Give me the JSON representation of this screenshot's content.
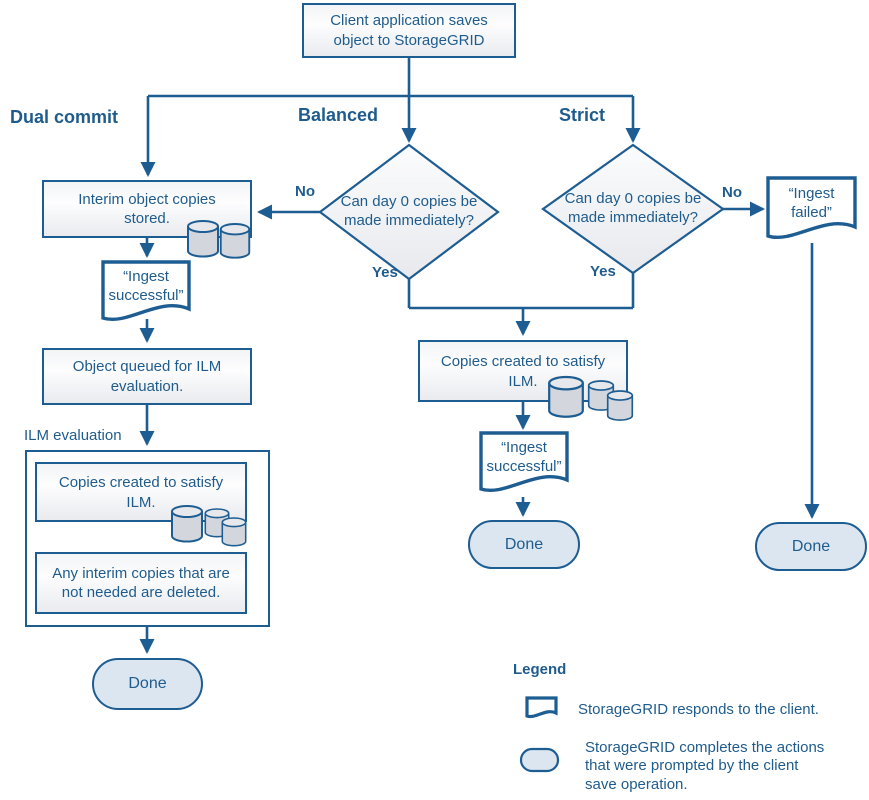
{
  "colors": {
    "line": "#1e5d92",
    "text": "#1f5c8d",
    "done_fill": "#dce6f1",
    "cylinder_fill": "#d3d7dd"
  },
  "start_box": {
    "label": "Client application saves object to StorageGRID"
  },
  "branches": {
    "dual_commit": "Dual commit",
    "balanced": "Balanced",
    "strict": "Strict"
  },
  "decisions": {
    "balanced": "Can day 0 copies be made immediately?",
    "strict": "Can day 0 copies be made immediately?"
  },
  "edge_labels": {
    "no_balanced": "No",
    "yes_balanced": "Yes",
    "no_strict": "No",
    "yes_strict": "Yes"
  },
  "dual_commit_path": {
    "interim": "Interim object copies stored.",
    "ingest_successful": "“Ingest successful”",
    "object_queued": "Object queued for ILM evaluation.",
    "ilm_section_label": "ILM evaluation",
    "copies_created": "Copies created to satisfy ILM.",
    "interim_deleted": "Any interim copies that are not needed are deleted.",
    "done": "Done"
  },
  "balanced_path": {
    "copies_created": "Copies created to satisfy ILM.",
    "ingest_successful": "“Ingest successful”",
    "done": "Done"
  },
  "strict_path": {
    "ingest_failed": "“Ingest failed”",
    "done": "Done"
  },
  "legend": {
    "title": "Legend",
    "document_item": "StorageGRID responds to the client.",
    "stadium_item": "StorageGRID completes the actions that were prompted by the client save operation."
  }
}
